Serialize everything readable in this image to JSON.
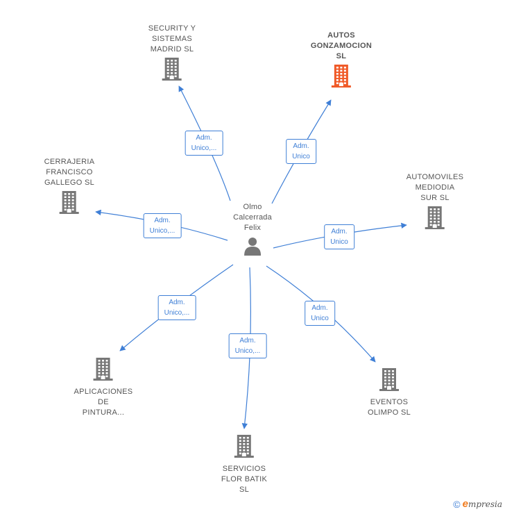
{
  "center": {
    "lines": [
      "Olmo",
      "Calcerrada",
      "Felix"
    ]
  },
  "companies": [
    {
      "id": "security",
      "lines": [
        "SECURITY Y",
        "SISTEMAS",
        "MADRID  SL"
      ],
      "highlight": false
    },
    {
      "id": "autos",
      "lines": [
        "AUTOS",
        "GONZAMOCION",
        "SL"
      ],
      "highlight": true
    },
    {
      "id": "cerrajeria",
      "lines": [
        "CERRAJERIA",
        "FRANCISCO",
        "GALLEGO  SL"
      ],
      "highlight": false
    },
    {
      "id": "automoviles",
      "lines": [
        "AUTOMOVILES",
        "MEDIODIA",
        "SUR  SL"
      ],
      "highlight": false
    },
    {
      "id": "aplicaciones",
      "lines": [
        "APLICACIONES",
        "DE",
        "PINTURA..."
      ],
      "highlight": false
    },
    {
      "id": "servicios",
      "lines": [
        "SERVICIOS",
        "FLOR BATIK",
        "SL"
      ],
      "highlight": false
    },
    {
      "id": "eventos",
      "lines": [
        "EVENTOS",
        "OLIMPO  SL"
      ],
      "highlight": false
    }
  ],
  "relations": [
    {
      "to": "security",
      "lines": [
        "Adm.",
        "Unico,..."
      ]
    },
    {
      "to": "autos",
      "lines": [
        "Adm.",
        "Unico"
      ]
    },
    {
      "to": "cerrajeria",
      "lines": [
        "Adm.",
        "Unico,..."
      ]
    },
    {
      "to": "automoviles",
      "lines": [
        "Adm.",
        "Unico"
      ]
    },
    {
      "to": "aplicaciones",
      "lines": [
        "Adm.",
        "Unico,..."
      ]
    },
    {
      "to": "servicios",
      "lines": [
        "Adm.",
        "Unico,..."
      ]
    },
    {
      "to": "eventos",
      "lines": [
        "Adm.",
        "Unico"
      ]
    }
  ],
  "colors": {
    "edge": "#3f7fd6",
    "building": "#777777",
    "building_highlight": "#f05a28",
    "person": "#777777"
  },
  "footer": {
    "copyright": "©",
    "brand_initial": "e",
    "brand_rest": "mpresia"
  }
}
